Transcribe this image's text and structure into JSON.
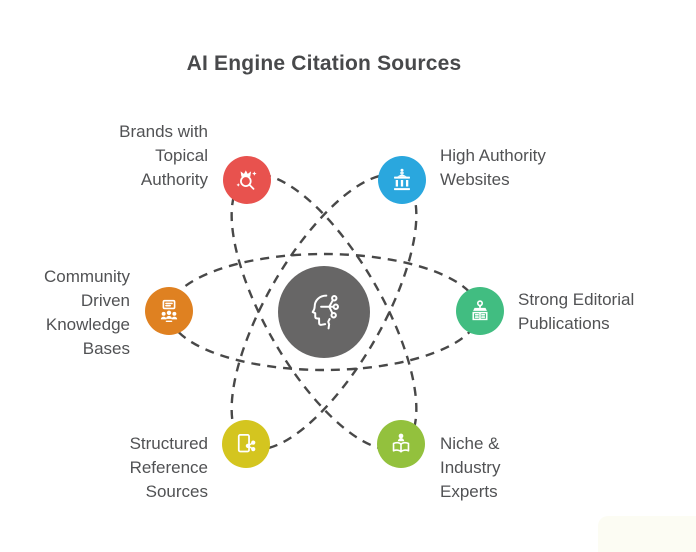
{
  "title": "AI Engine Citation Sources",
  "colors": {
    "background": "#ffffff",
    "title_text": "#48494b",
    "label_text": "#515254",
    "orbit": "#484848",
    "hub": "#676666",
    "icon": "#ffffff"
  },
  "hub": {
    "icon": "ai-head-circuit-icon"
  },
  "nodes": [
    {
      "id": "brands-topical-authority",
      "label": "Brands with\nTopical\nAuthority",
      "color": "#e8524e",
      "icon": "crown-search-icon"
    },
    {
      "id": "high-authority-websites",
      "label": "High Authority\nWebsites",
      "color": "#2aa7de",
      "icon": "institution-building-icon"
    },
    {
      "id": "community-driven-knowledge",
      "label": "Community\nDriven\nKnowledge\nBases",
      "color": "#df8121",
      "icon": "community-people-icon"
    },
    {
      "id": "strong-editorial-publications",
      "label": "Strong Editorial\nPublications",
      "color": "#41bd81",
      "icon": "press-stamp-icon"
    },
    {
      "id": "structured-reference-sources",
      "label": "Structured\nReference\nSources",
      "color": "#d4c51f",
      "icon": "document-share-icon"
    },
    {
      "id": "niche-industry-experts",
      "label": "Niche &\nIndustry\nExperts",
      "color": "#93c13d",
      "icon": "expert-reading-icon"
    }
  ]
}
